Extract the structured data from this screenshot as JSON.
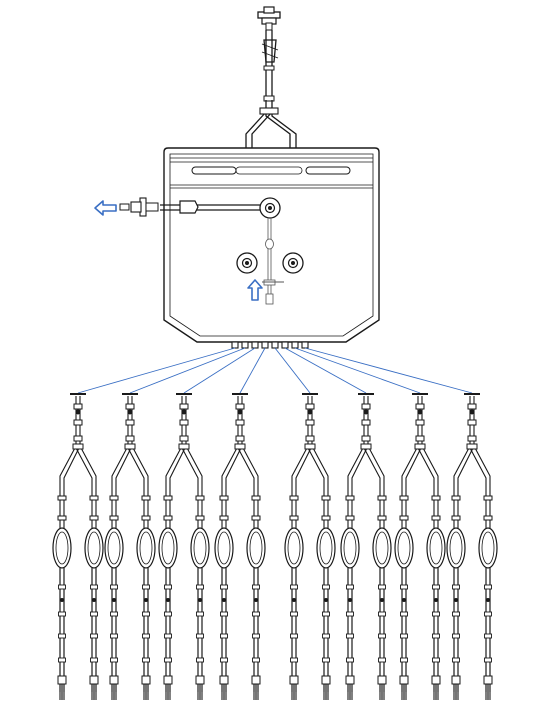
{
  "diagram": {
    "line_color": "#1a1a1a",
    "accent_color": "#3a6fc4",
    "background": "#ffffff",
    "outlet_arrow_icon": "arrow-left-outline-icon",
    "inlet_arrow_icon": "arrow-up-outline-icon",
    "branch_sets": 8,
    "lines_per_set": 2,
    "connector_ports": 8,
    "bag_ports": 3
  }
}
